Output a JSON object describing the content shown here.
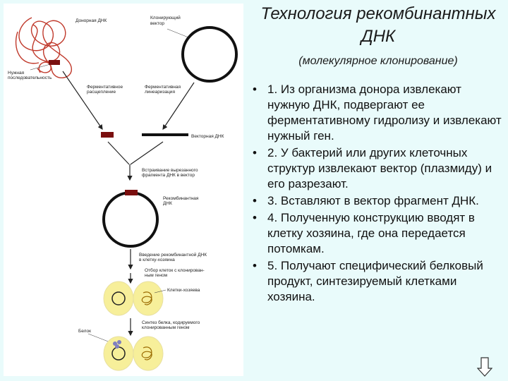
{
  "title": "Технология рекомбинантных ДНК",
  "subtitle": "(молекулярное клонирование)",
  "bullet_symbol": "•",
  "steps": [
    "1. Из организма донора извлекают нужную ДНК, подвергают ее ферментативному гидролизу и извлекают нужный ген.",
    "2. У бактерий или других клеточных структур извлекают вектор (плазмиду) и его разрезают.",
    "3. Вставляют в вектор фрагмент ДНК.",
    "4. Полученную конструкцию вводят в клетку хозяина, где она передается потомкам.",
    "5.  Получают специфический белковый продукт, синтезируемый клетками хозяина."
  ],
  "diagram": {
    "donor_dna": "Донорная ДНК",
    "cloning_vector": "Клонирующий вектор",
    "needed_sequence_1": "Нужная",
    "needed_sequence_2": "последовательность",
    "enzymatic_digestion_1": "Ферментативное",
    "enzymatic_digestion_2": "расщепление",
    "enzymatic_linearization_1": "Ферментативная",
    "enzymatic_linearization_2": "линеаризация",
    "vector_dna": "Векторная ДНК",
    "insertion_1": "Встраивание вырезанного",
    "insertion_2": "фрагмента ДНК в вектор",
    "recombinant_dna_1": "Рекомбинантная",
    "recombinant_dna_2": "ДНК",
    "introduction_1": "Введение рекомбинантной ДНК",
    "introduction_2": "в клетку-хозяина",
    "selection_1": "Отбор клеток с клонирован-",
    "selection_2": "ным геном",
    "host_cells": "Клетки-хозяева",
    "synthesis_1": "Синтез белка, кодируемого",
    "synthesis_2": "клонированным геном",
    "protein": "Белок"
  },
  "colors": {
    "background": "#e9fbfb",
    "panel": "#ffffff",
    "donor_dna": "#c0392b",
    "fragment": "#7a0f0f",
    "cell_fill": "#f7ef9a"
  }
}
